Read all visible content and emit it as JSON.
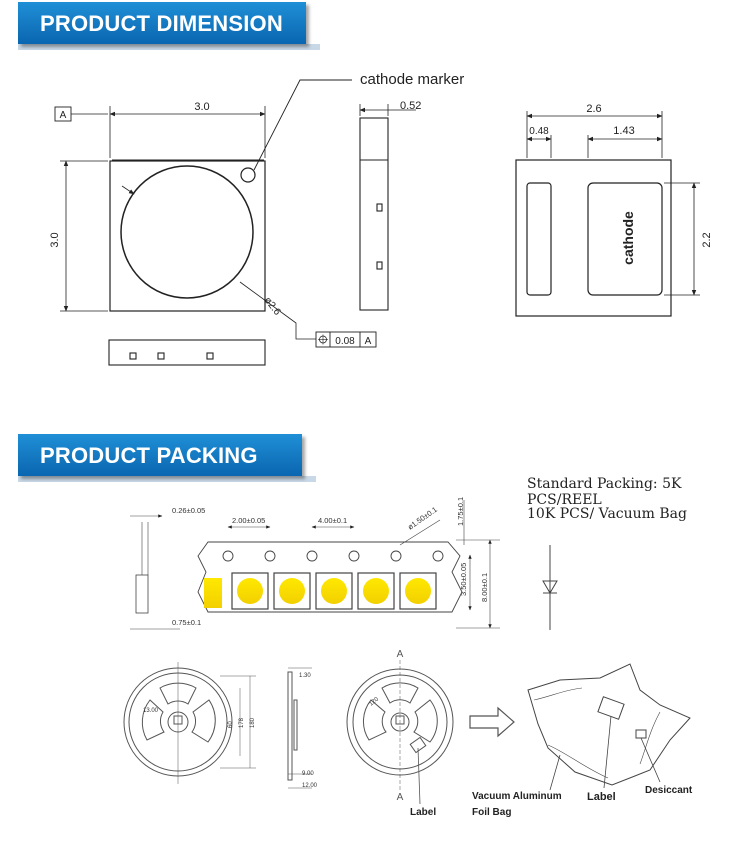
{
  "banners": {
    "dimension": "PRODUCT DIMENSION",
    "packing": "PRODUCT PACKING"
  },
  "dimension": {
    "cathode_marker": "cathode marker",
    "datum": "A",
    "width": "3.0",
    "height": "3.0",
    "side_thickness": "0.52",
    "diameter": "ø2.6",
    "tolerance_value": "0.08",
    "tolerance_datum": "A",
    "pad_total": "2.6",
    "pad_small": "0.48",
    "pad_large": "1.43",
    "pad_height": "2.2",
    "cathode_label": "cathode"
  },
  "packing": {
    "standard_packing": "Standard Packing: 5K PCS/REEL",
    "vacuum_packing": "10K PCS/ Vacuum Bag",
    "tape_dims": {
      "d1": "0.26±0.05",
      "d2": "2.00±0.05",
      "d3": "4.00±0.1",
      "d4": "ø1.50±0.1",
      "d5": "1.75±0.1",
      "d6": "3.50±0.05",
      "d7": "8.00±0.1",
      "d8": "0.75±0.1"
    },
    "reel_dims": {
      "r1": "13.00",
      "r2": "60",
      "r3": "178",
      "r4": "180",
      "r5": "1.30",
      "r6": "9.00",
      "r7": "12.00",
      "r8": "120"
    },
    "section_mark": "A",
    "reel_label": "Label",
    "bag_name_line1": "Vacuum Aluminum",
    "bag_name_line2": "Foil Bag",
    "bag_label": "Label",
    "desiccant": "Desiccant"
  }
}
